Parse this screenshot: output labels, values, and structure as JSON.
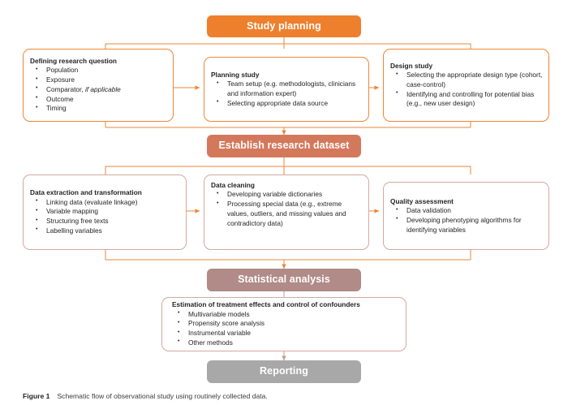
{
  "figure": {
    "label": "Figure 1",
    "caption": "Schematic flow of observational study using routinely collected data."
  },
  "colors": {
    "stage_primary": "#ee7f2d",
    "stage_secondary": "#d4785c",
    "stage_tertiary": "#b08b87",
    "stage_final": "#a8a8a8",
    "connector_orange": "#ef8637",
    "connector_rose": "#c9998f",
    "box_border_orange": "#ef8637",
    "box_border_rose": "#d4a8a0",
    "text": "#231f20"
  },
  "stages": [
    {
      "id": "study-planning",
      "label": "Study planning",
      "color_key": "stage_primary"
    },
    {
      "id": "establish-research-dataset",
      "label": "Establish research dataset",
      "color_key": "stage_secondary"
    },
    {
      "id": "statistical-analysis",
      "label": "Statistical analysis",
      "color_key": "stage_tertiary"
    },
    {
      "id": "reporting",
      "label": "Reporting",
      "color_key": "stage_final"
    }
  ],
  "row1": [
    {
      "id": "defining-research-question",
      "heading": "Defining research question",
      "items": [
        {
          "text": "Population"
        },
        {
          "text": "Exposure"
        },
        {
          "text": "Comparator, ",
          "italic": "if applicable"
        },
        {
          "text": "Outcome"
        },
        {
          "text": "Timing"
        }
      ]
    },
    {
      "id": "planning-study",
      "heading": "Planning study",
      "items": [
        {
          "text": "Team setup (e.g.  methodologists, clinicians and information expert)"
        },
        {
          "text": "Selecting appropriate data source"
        }
      ]
    },
    {
      "id": "design-study",
      "heading": "Design study",
      "items": [
        {
          "text": "Selecting the appropriate design type (cohort, case-control)"
        },
        {
          "text": "Identifying and controlling for potential bias (e.g., new user design)"
        }
      ]
    }
  ],
  "row2": [
    {
      "id": "data-extraction-and-transformation",
      "heading": "Data  extraction and transformation",
      "items": [
        {
          "text": "Linking data (evaluate linkage)"
        },
        {
          "text": "Variable mapping"
        },
        {
          "text": "Structuring free texts"
        },
        {
          "text": "Labelling variables"
        }
      ]
    },
    {
      "id": "data-cleaning",
      "heading": "Data cleaning",
      "items": [
        {
          "text": "Developing variable dictionaries"
        },
        {
          "text": "Processing special data (e.g., extreme values, outliers, and missing values and contradictory data)"
        }
      ]
    },
    {
      "id": "quality-assessment",
      "heading": "Quality assessment",
      "items": [
        {
          "text": "Data validation"
        },
        {
          "text": "Developing phenotyping algorithms for identifying variables"
        }
      ]
    }
  ],
  "row3": [
    {
      "id": "estimation-of-treatment-effects",
      "heading": "Estimation of treatment effects and control of confounders",
      "items": [
        {
          "text": "Multivariable models"
        },
        {
          "text": "Propensity score analysis"
        },
        {
          "text": "Instrumental variable"
        },
        {
          "text": "Other methods"
        }
      ]
    }
  ]
}
